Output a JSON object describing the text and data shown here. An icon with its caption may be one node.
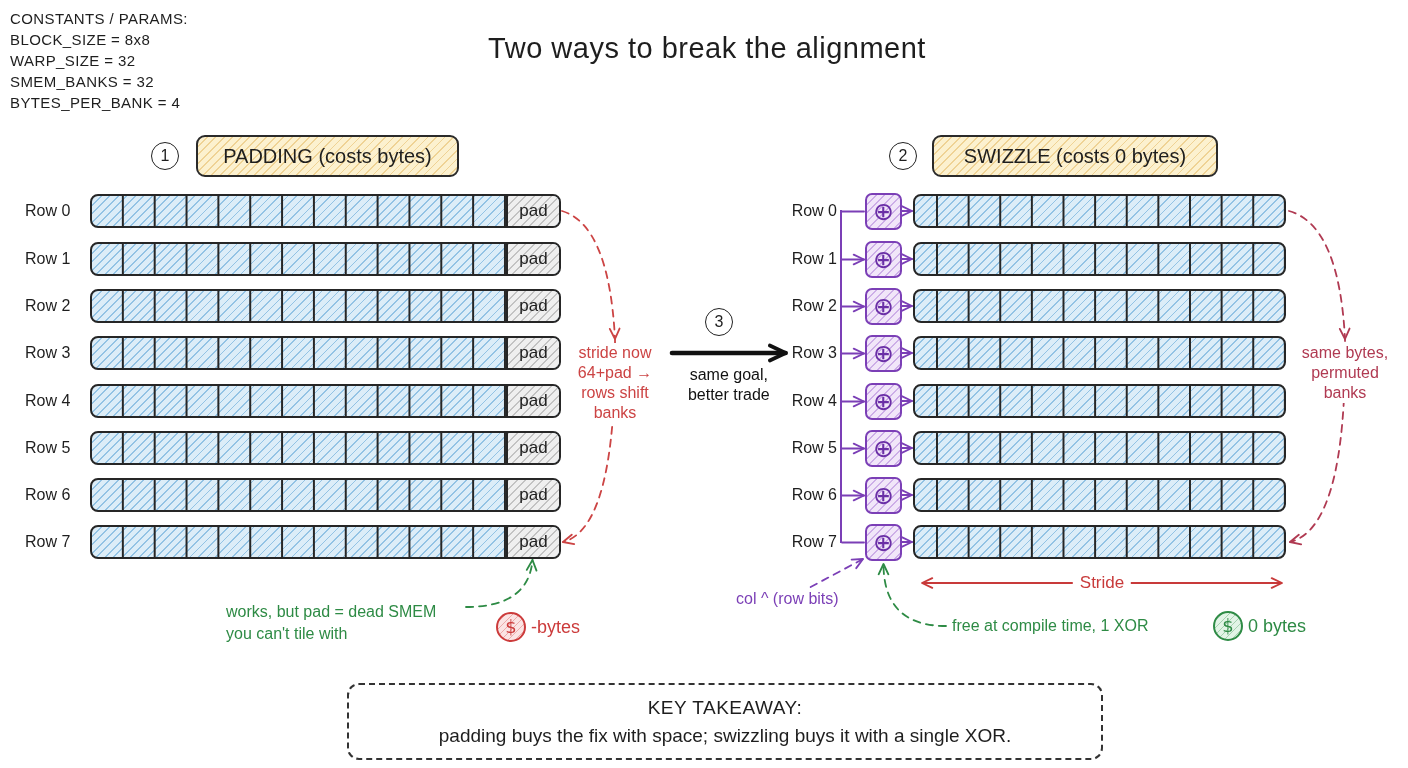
{
  "diagram": {
    "title": "Two ways to break the alignment",
    "nodes": [
      {
        "text": [
          "1"
        ]
      },
      {
        "text": [
          "PADDING (costs bytes)"
        ]
      },
      {
        "text": [
          "2"
        ]
      },
      {
        "text": [
          "SWIZZLE (costs 0 bytes)"
        ]
      },
      {
        "text": [
          "Row 0"
        ]
      },
      {
        "text": [
          "pad"
        ],
        "in": 4
      },
      {
        "text": [
          "Row 1"
        ]
      },
      {
        "text": [
          "pad"
        ],
        "in": 6
      },
      {
        "text": [
          "Row 2"
        ]
      },
      {
        "text": [
          "pad"
        ],
        "in": 8
      },
      {
        "text": [
          "Row 3"
        ]
      },
      {
        "text": [
          "pad"
        ],
        "in": 10
      },
      {
        "text": [
          "Row 4"
        ]
      },
      {
        "text": [
          "pad"
        ],
        "in": 12
      },
      {
        "text": [
          "Row 5"
        ]
      },
      {
        "text": [
          "pad"
        ],
        "in": 14
      },
      {
        "text": [
          "Row 6"
        ]
      },
      {
        "text": [
          "pad"
        ],
        "in": 16
      },
      {
        "text": [
          "Row 7"
        ]
      },
      {
        "text": [
          "pad"
        ],
        "in": 18
      },
      {
        "text": [
          "3"
        ]
      },
      {
        "text": [],
        "shape": "line"
      },
      {
        "text": [
          "Row 0"
        ]
      },
      {
        "text": [
          "⊕"
        ]
      },
      {
        "text": [],
        "shape": "bar"
      },
      {
        "text": [
          "Row 1"
        ]
      },
      {
        "text": [
          "⊕"
        ]
      },
      {
        "text": [],
        "shape": "bar"
      },
      {
        "text": [
          "Row 2"
        ]
      },
      {
        "text": [
          "⊕"
        ]
      },
      {
        "text": [],
        "shape": "bar"
      },
      {
        "text": [
          "Row 3"
        ]
      },
      {
        "text": [
          "⊕"
        ]
      },
      {
        "text": [],
        "shape": "bar"
      },
      {
        "text": [
          "Row 4"
        ]
      },
      {
        "text": [
          "⊕"
        ]
      },
      {
        "text": [],
        "shape": "bar"
      },
      {
        "text": [
          "Row 5"
        ]
      },
      {
        "text": [
          "⊕"
        ]
      },
      {
        "text": [],
        "shape": "bar"
      },
      {
        "text": [
          "Row 6"
        ]
      },
      {
        "text": [
          "⊕"
        ]
      },
      {
        "text": [],
        "shape": "bar"
      },
      {
        "text": [
          "Row 7"
        ]
      },
      {
        "text": [
          "⊕"
        ]
      },
      {
        "text": [],
        "shape": "bar"
      },
      {
        "text": [
          "works, but pad = dead SMEM you can't tile with"
        ]
      },
      {
        "text": [
          "$"
        ],
        "beside": [
          "-bytes"
        ]
      },
      {
        "text": [
          "col ^ (row bits)"
        ]
      },
      {
        "text": [
          "free at compile time, 1 XOR"
        ]
      },
      {
        "text": [
          "$"
        ],
        "beside": [
          "0 bytes"
        ]
      },
      {
        "text": [
          "KEY TAKEAWAY:",
          "padding buys the fix with space; swizzling buys it with a single XOR."
        ]
      }
    ],
    "edges": [
      {
        "from": 5,
        "to": 19,
        "arrow": "to",
        "label": "stride now 64+pad → rows shift banks",
        "style": "dashed",
        "color": "#cc4444"
      },
      {
        "from": null,
        "to": 31,
        "arrow": "to",
        "label": "same goal, better trade",
        "style": "thick",
        "color": "#111111"
      },
      {
        "from": 21,
        "to": 23,
        "arrow": "none"
      },
      {
        "from": 21,
        "to": 26,
        "arrow": "to"
      },
      {
        "from": 21,
        "to": 29,
        "arrow": "to"
      },
      {
        "from": 21,
        "to": 32,
        "arrow": "to"
      },
      {
        "from": 21,
        "to": 35,
        "arrow": "to"
      },
      {
        "from": 21,
        "to": 38,
        "arrow": "to"
      },
      {
        "from": 21,
        "to": 41,
        "arrow": "to"
      },
      {
        "from": 21,
        "to": 44,
        "arrow": "none"
      },
      {
        "from": 23,
        "to": 24,
        "arrow": "to"
      },
      {
        "from": 26,
        "to": 27,
        "arrow": "to"
      },
      {
        "from": 29,
        "to": 30,
        "arrow": "to"
      },
      {
        "from": 32,
        "to": 33,
        "arrow": "to"
      },
      {
        "from": 35,
        "to": 36,
        "arrow": "to"
      },
      {
        "from": 38,
        "to": 39,
        "arrow": "to"
      },
      {
        "from": 41,
        "to": 42,
        "arrow": "to"
      },
      {
        "from": 44,
        "to": 45,
        "arrow": "to"
      },
      {
        "from": 24,
        "to": 45,
        "arrow": "to",
        "label": "same bytes, permuted banks",
        "style": "dashed",
        "color": "#b03a52"
      },
      {
        "from": 46,
        "to": 19,
        "arrow": "to",
        "style": "dashed",
        "color": "#2e8b45"
      },
      {
        "from": 48,
        "to": 44,
        "arrow": "to",
        "style": "dashed"
      },
      {
        "from": 49,
        "to": 44,
        "arrow": "to",
        "style": "dashed",
        "color": "#2e8b45"
      }
    ],
    "labels": [
      "CONSTANTS / PARAMS:",
      "BLOCK_SIZE = 8x8",
      "WARP_SIZE = 32",
      "SMEM_BANKS = 32",
      "BYTES_PER_BANK = 4",
      "Stride"
    ]
  }
}
